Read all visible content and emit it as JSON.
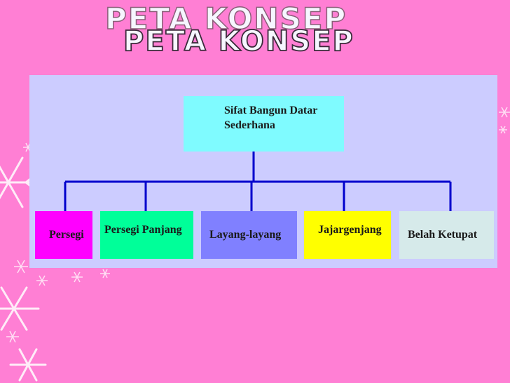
{
  "title": "PETA KONSEP",
  "title_shadow": "PETA KONSEP",
  "root": {
    "line1": "Sifat Bangun Datar",
    "line2": "Sederhana"
  },
  "children": [
    "Persegi",
    "Persegi Panjang",
    "Layang-layang",
    "Jajargenjang",
    "Belah Ketupat"
  ],
  "colors": {
    "background": "#ff7fd4",
    "panel": "#ccccff",
    "root": "#7ffbff",
    "connector": "#0000cc",
    "children": [
      "#ff00ff",
      "#00ff99",
      "#8080ff",
      "#ffff00",
      "#d6eaea"
    ]
  }
}
